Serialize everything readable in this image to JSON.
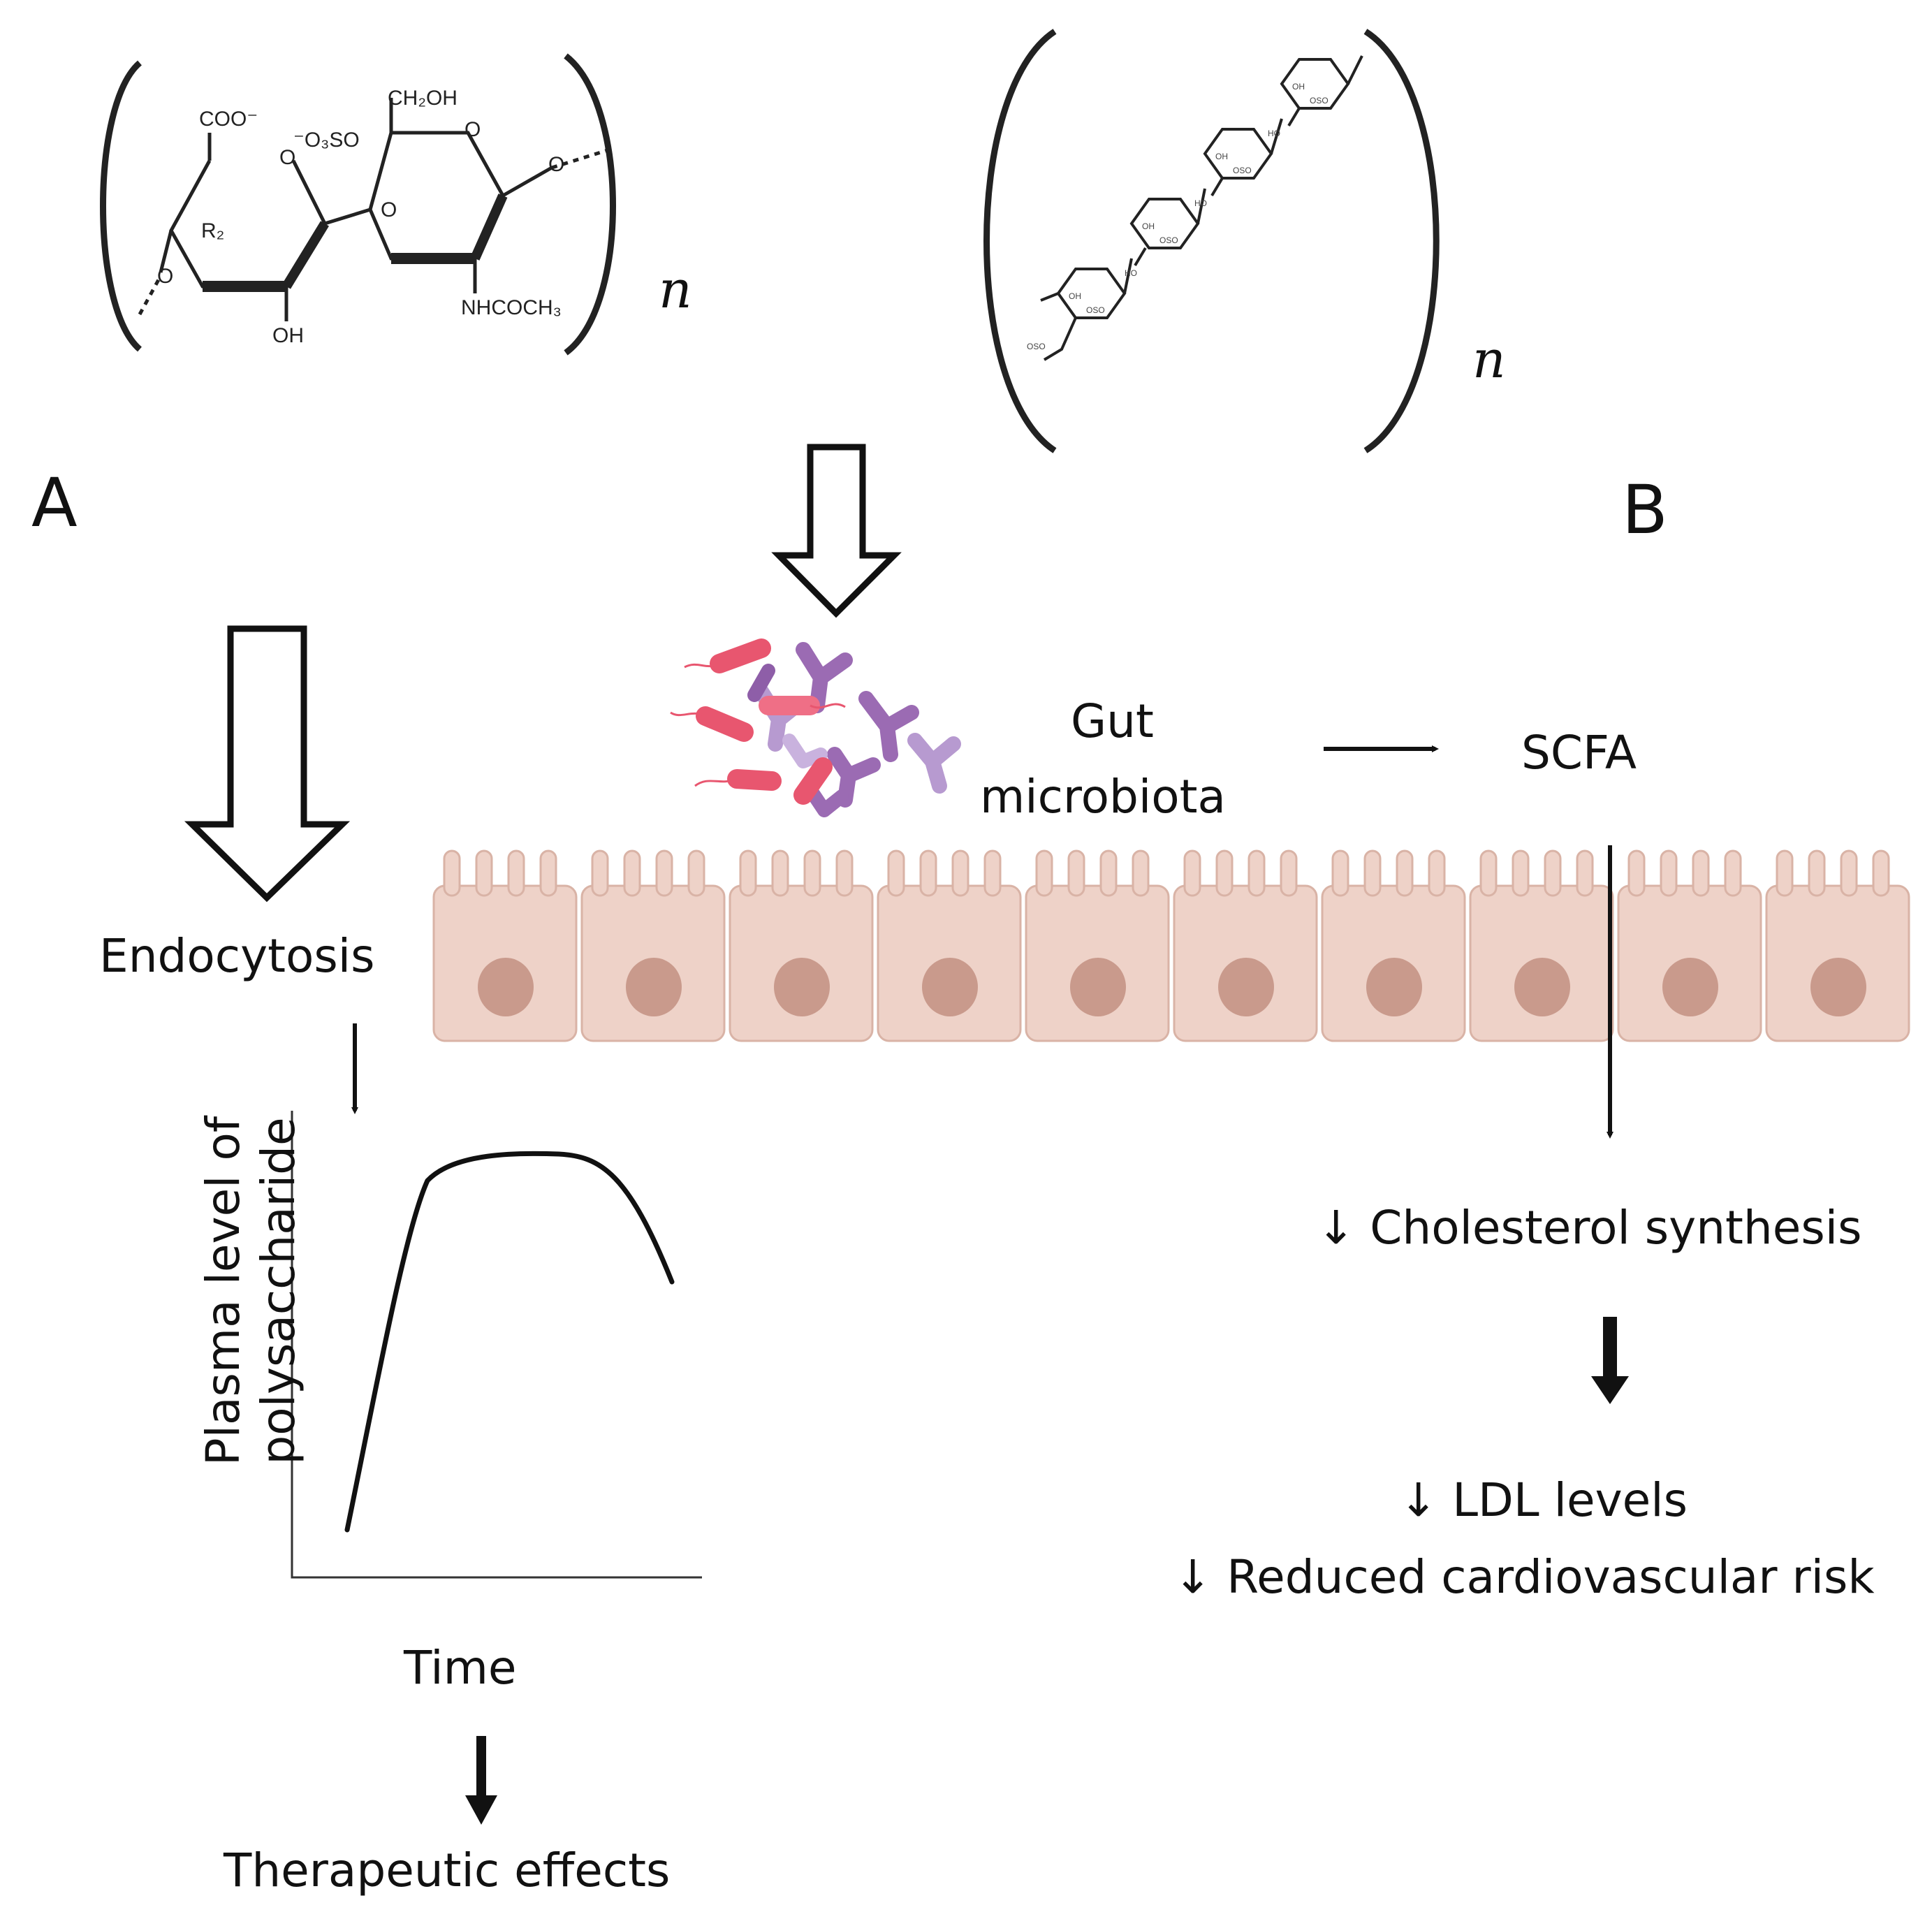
{
  "panels": {
    "a": "A",
    "b": "B"
  },
  "structure_a": {
    "repeat": "n",
    "labels": {
      "coo": "COO⁻",
      "o3so": "⁻O₃SO",
      "ch2oh": "CH₂OH",
      "r2": "R₂",
      "oh": "OH",
      "nhcoch3": "NHCOCH₃",
      "o": "O"
    }
  },
  "structure_b": {
    "repeat": "n"
  },
  "flow_b": {
    "gut": "Gut",
    "microbiota": "microbiota",
    "scfa": "SCFA",
    "cholesterol": "↓ Cholesterol synthesis",
    "ldl": "↓ LDL levels",
    "cardio": "↓ Reduced cardiovascular risk"
  },
  "flow_a": {
    "endocytosis": "Endocytosis",
    "ylabel_line1": "Plasma level of",
    "ylabel_line2": "polysaccharide",
    "xlabel": "Time",
    "therapeutic": "Therapeutic effects"
  },
  "colors": {
    "cell_fill": "#eed2c8",
    "cell_stroke": "#d9b3a6",
    "nucleus": "#c99a8c",
    "bacteria_rod": "#e8566f",
    "bacteria_purple": "#9b6bb3",
    "bacteria_lilac": "#b79ad0"
  }
}
